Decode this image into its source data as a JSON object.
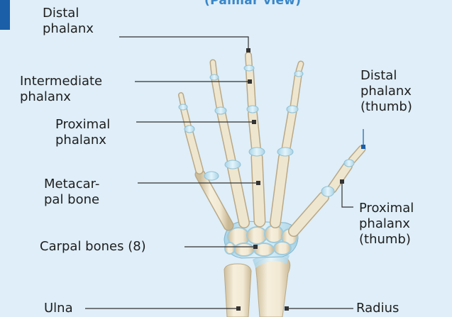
{
  "title": "(Palmar view)",
  "labels": {
    "distal_phalanx": "Distal\nphalanx",
    "intermediate_phalanx": "Intermediate\nphalanx",
    "proximal_phalanx": "Proximal\nphalanx",
    "metacarpal_bone": "Metacar-\npal bone",
    "carpal_bones": "Carpal bones (8)",
    "ulna": "Ulna",
    "distal_phalanx_thumb": "Distal\nphalanx\n(thumb)",
    "proximal_phalanx_thumb": "Proximal\nphalanx\n(thumb)",
    "radius": "Radius"
  },
  "colors": {
    "background": "#dfeef8",
    "title": "#3a86c8",
    "accent": "#1a5fa8",
    "bone": "#efe6cf",
    "cartilage": "#d6eef7",
    "leader": "#333333"
  }
}
